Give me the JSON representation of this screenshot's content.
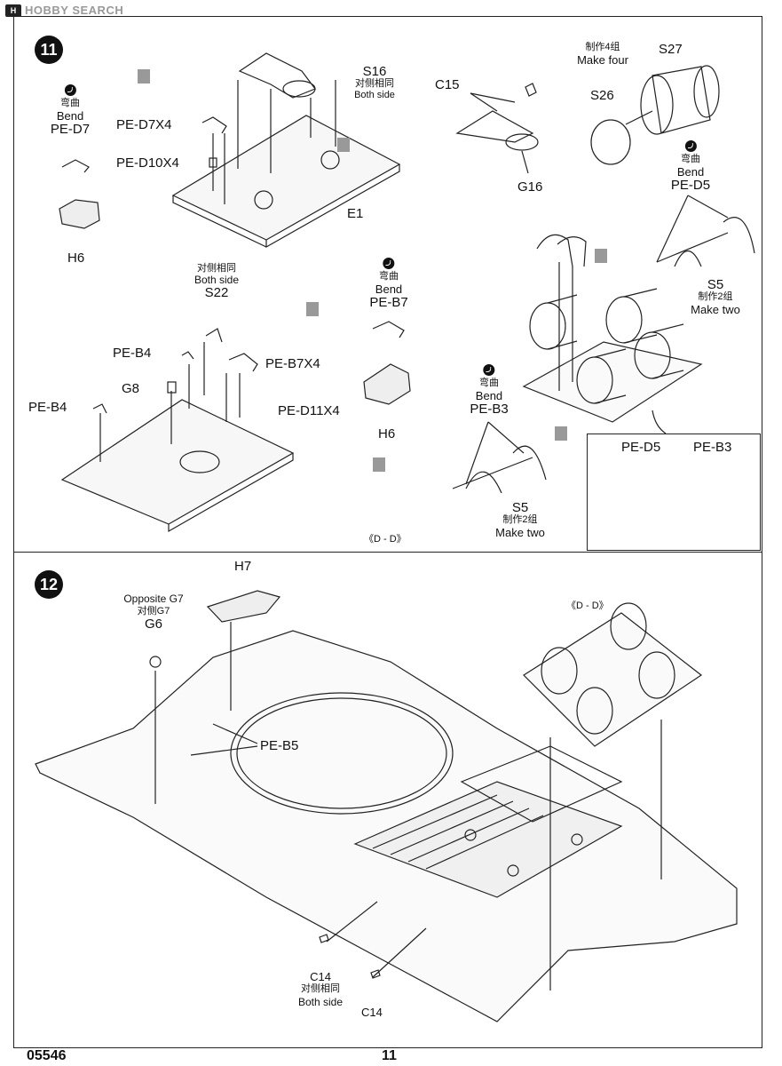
{
  "header": {
    "logo_badge": "H",
    "logo_text": "HOBBY SEARCH"
  },
  "footer": {
    "code": "05546",
    "page": "11"
  },
  "step11": {
    "number": "11",
    "labels": {
      "s16": "S16",
      "s16_cn": "对侧相同",
      "s16_en": "Both side",
      "c15": "C15",
      "g16": "G16",
      "make_four_cn": "制作4组",
      "make_four_en": "Make four",
      "s27": "S27",
      "s26": "S26",
      "bend_cn": "弯曲",
      "bend_en": "Bend",
      "pe_d7": "PE-D7",
      "pe_d7x4": "PE-D7X4",
      "pe_d10x4": "PE-D10X4",
      "e1": "E1",
      "h6": "H6",
      "pe_d5": "PE-D5",
      "s5": "S5",
      "make_two_cn": "制作2组",
      "make_two_en": "Make two",
      "both_side_cn": "对侧相同",
      "both_side_en": "Both side",
      "s22": "S22",
      "pe_b4": "PE-B4",
      "pe_b7x4": "PE-B7X4",
      "g8": "G8",
      "pe_d11x4": "PE-D11X4",
      "pe_b7": "PE-B7",
      "pe_b3": "PE-B3",
      "dd": "《D - D》"
    },
    "inset": {
      "pe_d5": "PE-D5",
      "pe_b3": "PE-B3"
    }
  },
  "step12": {
    "number": "12",
    "labels": {
      "h7": "H7",
      "opp_g7": "Opposite G7",
      "opp_g7_cn": "对侧G7",
      "g6": "G6",
      "pe_b5": "PE-B5",
      "dd": "《D - D》",
      "c14": "C14",
      "c14_cn": "对侧相同",
      "c14_en": "Both side"
    }
  }
}
